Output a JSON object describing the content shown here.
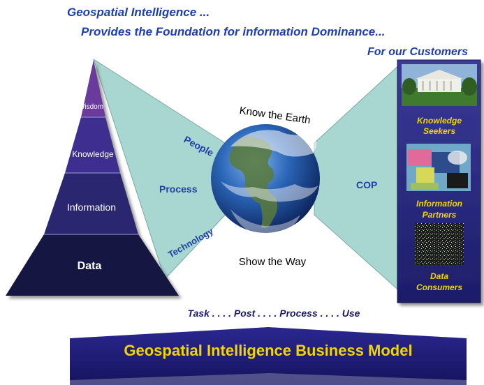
{
  "headline": {
    "line1": "Geospatial Intelligence ...",
    "line2": "Provides the Foundation for information Dominance...",
    "line3": "For our Customers"
  },
  "pyramid": {
    "levels": [
      {
        "label": "Wisdom",
        "color": "#6a3a9c"
      },
      {
        "label": "Knowledge",
        "color": "#3c2f8f"
      },
      {
        "label": "Information",
        "color": "#2a2770"
      },
      {
        "label": "Data",
        "color": "#141842"
      }
    ]
  },
  "cone_left": {
    "labels": {
      "people": "People",
      "process": "Process",
      "technology": "Technology"
    },
    "color": "#a8d6d0"
  },
  "globe": {
    "top_caption": "Know the Earth",
    "bottom_caption": "Show the Way"
  },
  "cone_right": {
    "label": "COP",
    "color": "#a8d6d0"
  },
  "customers": {
    "panel_color": "#2f2f86",
    "groups": [
      {
        "line1": "Knowledge",
        "line2": "Seekers"
      },
      {
        "line1": "Information",
        "line2": "Partners"
      },
      {
        "line1": "Data",
        "line2": "Consumers"
      }
    ],
    "label_color": "#f2d600"
  },
  "workflow": {
    "text": "Task . . . . Post . . . .  Process . . . . Use"
  },
  "banner": {
    "title": "Geospatial Intelligence Business Model",
    "color": "#1e1c7a",
    "text_color": "#f2d600"
  }
}
